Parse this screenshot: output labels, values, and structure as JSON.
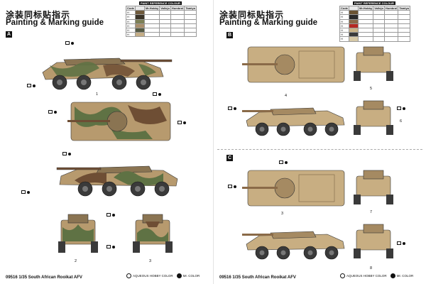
{
  "left": {
    "title_cn": "涂装同标贴指示",
    "title_en": "Painting & Marking guide",
    "section": "A",
    "ref": {
      "caption": "PAINT REFERENCE COLOUR",
      "headers": [
        "Code",
        "Mr.Hobby",
        "Vallejo",
        "Humbrol",
        "Tamiya"
      ],
      "rows": [
        {
          "code": "H",
          "mrhobby": "",
          "vallejo": "",
          "humbrol": "",
          "tamiya": ""
        },
        {
          "code": "H",
          "mrhobby": "",
          "vallejo": "",
          "humbrol": "",
          "tamiya": ""
        },
        {
          "code": "H",
          "mrhobby": "",
          "vallejo": "",
          "humbrol": "",
          "tamiya": ""
        },
        {
          "code": "H",
          "mrhobby": "",
          "vallejo": "",
          "humbrol": "",
          "tamiya": ""
        },
        {
          "code": "H",
          "mrhobby": "",
          "vallejo": "",
          "humbrol": "",
          "tamiya": ""
        },
        {
          "code": "H",
          "mrhobby": "",
          "vallejo": "",
          "humbrol": "",
          "tamiya": ""
        }
      ],
      "swatches": [
        "#6f5a3c",
        "#3a3327",
        "#7c7f55",
        "#a98e6a",
        "#555a43",
        "#c4ad86"
      ]
    },
    "numbers": [
      "1",
      "2",
      "3"
    ],
    "footer": "09516   1/35   South African Rooikat AFV",
    "legend_hobby": "AQUEOUS HOBBY COLOR",
    "legend_mr": "Mr. COLOR"
  },
  "right": {
    "title_cn": "涂装同标贴指示",
    "title_en": "Painting & Marking guide",
    "section_b": "B",
    "section_c": "C",
    "ref": {
      "caption": "PAINT REFERENCE COLOUR",
      "headers": [
        "Code",
        "Mr.Hobby",
        "Vallejo",
        "Humbrol",
        "Tamiya"
      ],
      "rows": [
        {
          "code": "H",
          "mrhobby": "",
          "vallejo": "",
          "humbrol": "",
          "tamiya": ""
        },
        {
          "code": "H",
          "mrhobby": "",
          "vallejo": "",
          "humbrol": "",
          "tamiya": ""
        },
        {
          "code": "H",
          "mrhobby": "",
          "vallejo": "",
          "humbrol": "",
          "tamiya": ""
        },
        {
          "code": "H",
          "mrhobby": "",
          "vallejo": "",
          "humbrol": "",
          "tamiya": ""
        },
        {
          "code": "H",
          "mrhobby": "",
          "vallejo": "",
          "humbrol": "",
          "tamiya": ""
        },
        {
          "code": "H",
          "mrhobby": "",
          "vallejo": "",
          "humbrol": "",
          "tamiya": ""
        },
        {
          "code": "H",
          "mrhobby": "",
          "vallejo": "",
          "humbrol": "",
          "tamiya": ""
        }
      ],
      "swatches": [
        "#6b5433",
        "#2b2b2b",
        "#8a6a48",
        "#b42a22",
        "#c9b387",
        "#3b3b3b",
        "#d7c9a6"
      ]
    },
    "numbers": [
      "3",
      "4",
      "5",
      "6",
      "7",
      "8"
    ],
    "footer": "09516   1/35   South African Rooikat AFV",
    "legend_hobby": "AQUEOUS HOBBY COLOR",
    "legend_mr": "Mr. COLOR"
  },
  "colors": {
    "camo_tan": "#b79a6e",
    "camo_green": "#5f7244",
    "camo_brown": "#6e4e34",
    "sand": "#c8ae82",
    "sand_dark": "#a58a62",
    "wheel": "#3a3a3a"
  }
}
